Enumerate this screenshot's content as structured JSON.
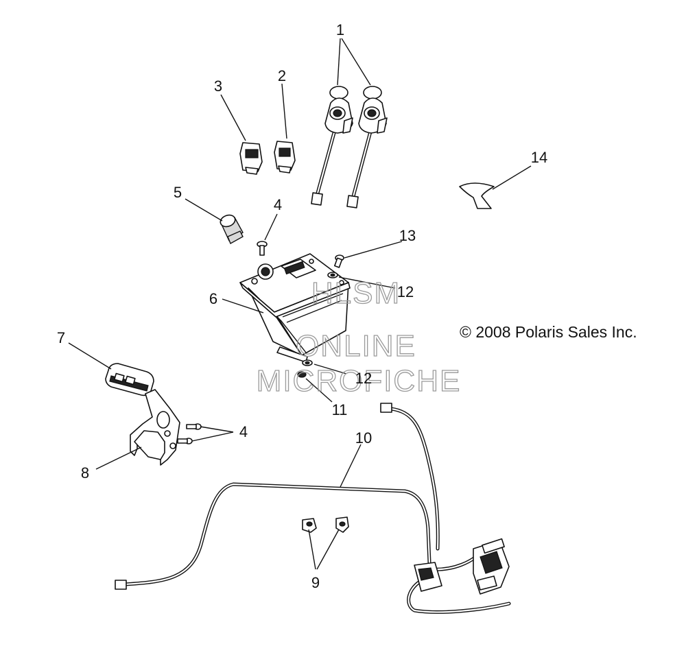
{
  "copyright": "© 2008 Polaris Sales Inc.",
  "watermark": [
    "HLSM",
    "ONLINE",
    "MICROFICHE"
  ],
  "callouts": [
    "1",
    "2",
    "3",
    "4",
    "5",
    "6",
    "7",
    "8",
    "9",
    "10",
    "11",
    "12",
    "12",
    "13",
    "14",
    "4"
  ]
}
